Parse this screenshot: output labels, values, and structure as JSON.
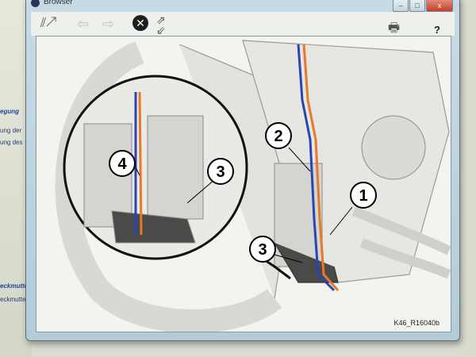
{
  "background_doc": {
    "lines": [
      "egung",
      "ung der",
      "ung des",
      "eckmutter",
      "eckmuttern"
    ]
  },
  "window": {
    "title": "Browser",
    "controls": {
      "minimize": "–",
      "maximize": "□",
      "close": "x"
    }
  },
  "toolbar": {
    "help_label": "?"
  },
  "diagram": {
    "callouts": [
      "1",
      "2",
      "3",
      "3",
      "4"
    ],
    "caption": "K46_R16040b",
    "colors": {
      "orange": "#e8782a",
      "blue": "#2a44b0"
    }
  }
}
